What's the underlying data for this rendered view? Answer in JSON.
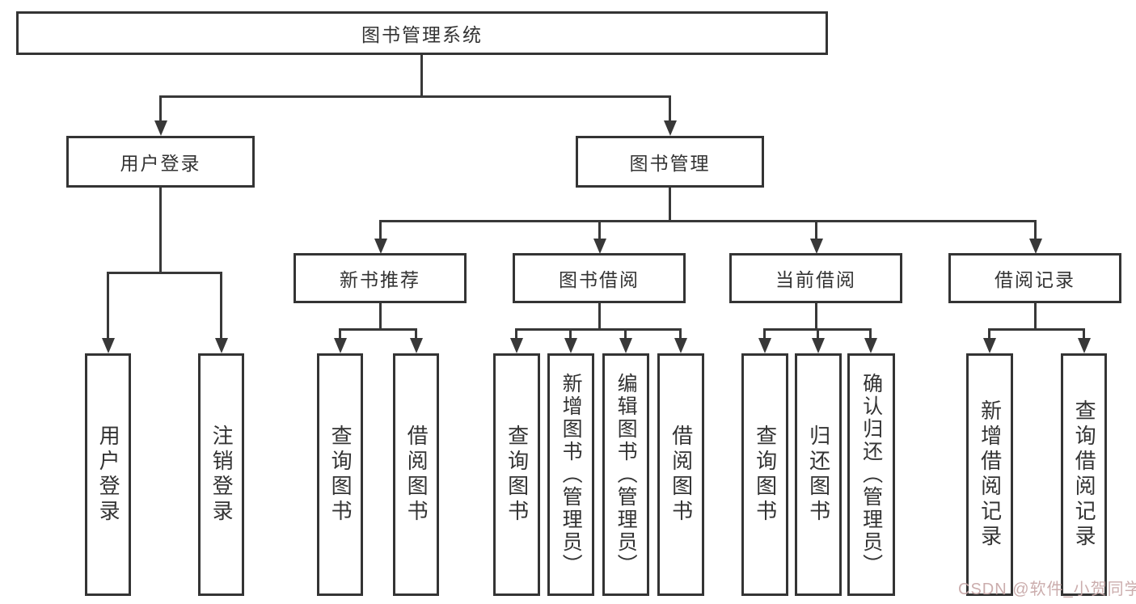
{
  "diagram": {
    "title": "图书管理系统",
    "root": {
      "label": "图书管理系统"
    },
    "level2": [
      {
        "label": "用户登录"
      },
      {
        "label": "图书管理"
      }
    ],
    "level3": [
      {
        "label": "新书推荐"
      },
      {
        "label": "图书借阅"
      },
      {
        "label": "当前借阅"
      },
      {
        "label": "借阅记录"
      }
    ],
    "leaves": {
      "login": [
        "用户登录",
        "注销登录"
      ],
      "recommend": [
        "查询图书",
        "借阅图书"
      ],
      "borrow": [
        "查询图书",
        "新增图书（管理员）",
        "编辑图书（管理员）",
        "借阅图书"
      ],
      "current": [
        "查询图书",
        "归还图书",
        "确认归还（管理员）"
      ],
      "records": [
        "新增借阅记录",
        "查询借阅记录"
      ]
    }
  },
  "colors": {
    "line": "#383838",
    "border": "#343434",
    "text": "#333333",
    "watermark": "#c9a9a9"
  },
  "watermark": {
    "text": "CSDN @软件_小贺同学"
  }
}
